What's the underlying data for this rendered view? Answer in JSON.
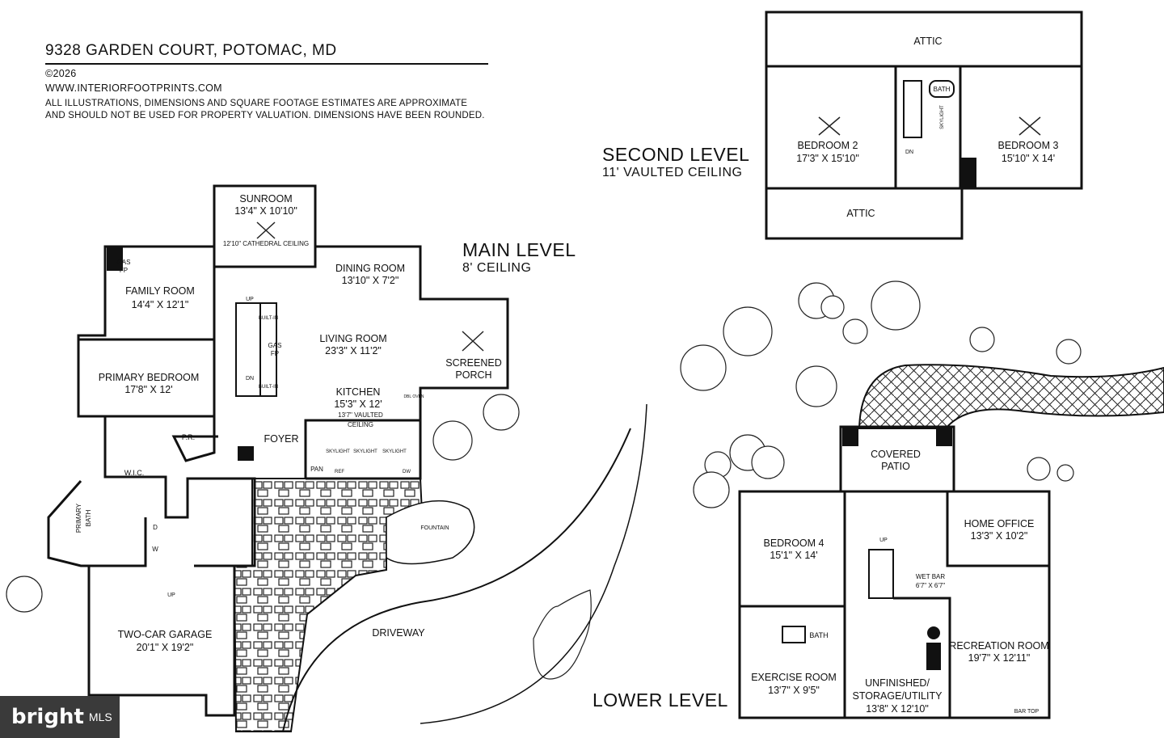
{
  "header": {
    "address": "9328 GARDEN COURT, POTOMAC, MD",
    "copyright": "©2026",
    "website": "WWW.INTERIORFOOTPRINTS.COM",
    "disclaimer_1": "ALL ILLUSTRATIONS, DIMENSIONS AND SQUARE FOOTAGE ESTIMATES ARE APPROXIMATE",
    "disclaimer_2": "AND  SHOULD NOT BE USED FOR PROPERTY VALUATION. DIMENSIONS HAVE BEEN ROUNDED."
  },
  "levels": {
    "main": {
      "title": "MAIN LEVEL",
      "subtitle": "8' CEILING"
    },
    "second": {
      "title": "SECOND LEVEL",
      "subtitle": "11' VAULTED CEILING"
    },
    "lower": {
      "title": "LOWER LEVEL"
    }
  },
  "main_rooms": {
    "sunroom": {
      "name": "SUNROOM",
      "dims": "13'4\" X 10'10\"",
      "note": "12'10\" CATHEDRAL CEILING"
    },
    "family": {
      "name": "FAMILY ROOM",
      "dims": "14'4\" X 12'1\"",
      "fp": "GAS",
      "fp2": "FP"
    },
    "dining": {
      "name": "DINING ROOM",
      "dims": "13'10\" X 7'2\""
    },
    "living": {
      "name": "LIVING ROOM",
      "dims": "23'3\" X 11'2\"",
      "fp": "GAS",
      "fp2": "FP",
      "builtin": "BUILT-IN",
      "up": "UP",
      "dn": "DN"
    },
    "porch": {
      "name": "SCREENED",
      "name2": "PORCH"
    },
    "primary_bed": {
      "name": "PRIMARY BEDROOM",
      "dims": "17'8\" X 12'"
    },
    "kitchen": {
      "name": "KITCHEN",
      "dims": "15'3\" X 12'",
      "note": "13'7\" VAULTED",
      "note2": "CEILING",
      "skylight": "SKYLIGHT",
      "pan": "PAN",
      "ref": "REF",
      "dw": "DW",
      "oven": "DBL OVEN"
    },
    "foyer": {
      "name": "FOYER"
    },
    "pr": {
      "name": "P.R."
    },
    "wic": {
      "name": "W.I.C."
    },
    "primary_bath": {
      "name": "PRIMARY",
      "name2": "BATH"
    },
    "dryer": "D",
    "washer": "W",
    "up": "UP",
    "garage": {
      "name": "TWO-CAR GARAGE",
      "dims": "20'1\" X 19'2\""
    },
    "fountain": "FOUNTAIN",
    "driveway": "DRIVEWAY"
  },
  "second_rooms": {
    "attic_top": "ATTIC",
    "attic_bottom": "ATTIC",
    "bed2": {
      "name": "BEDROOM 2",
      "dims": "17'3\" X 15'10\""
    },
    "bed3": {
      "name": "BEDROOM 3",
      "dims": "15'10\" X 14'"
    },
    "bath": "BATH",
    "skylight": "SKYLIGHT",
    "dn": "DN"
  },
  "lower_rooms": {
    "patio": {
      "name": "COVERED",
      "name2": "PATIO"
    },
    "bed4": {
      "name": "BEDROOM 4",
      "dims": "15'1\" X 14'"
    },
    "office": {
      "name": "HOME OFFICE",
      "dims": "13'3\" X 10'2\""
    },
    "wetbar": {
      "name": "WET BAR",
      "dims": "6'7\" X 6'7\""
    },
    "up": "UP",
    "bath": "BATH",
    "exercise": {
      "name": "EXERCISE ROOM",
      "dims": "13'7\" X 9'5\""
    },
    "utility": {
      "name": "UNFINISHED/",
      "name2": "STORAGE/UTILITY",
      "dims": "13'8\" X 12'10\""
    },
    "rec": {
      "name": "RECREATION ROOM",
      "dims": "19'7\" X 12'11\""
    },
    "bartop": "BAR TOP"
  },
  "watermark": {
    "brand": "bright",
    "suffix": "MLS"
  }
}
